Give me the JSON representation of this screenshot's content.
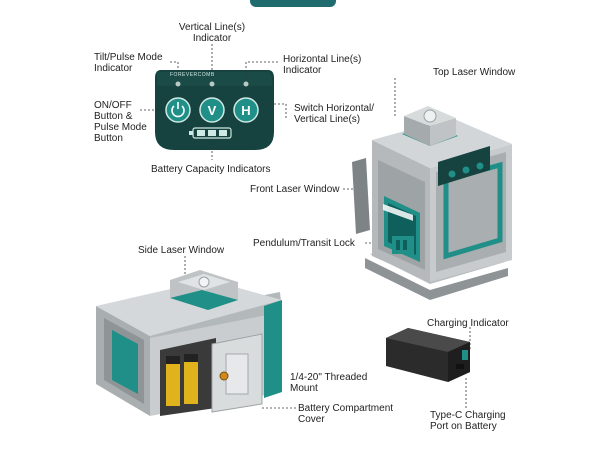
{
  "brand": "FOREVERCOMB",
  "panel": {
    "key_v": "V",
    "key_h": "H"
  },
  "labels": {
    "vertical_line": [
      "Vertical Line(s)",
      "Indicator"
    ],
    "tilt_pulse": [
      "Tilt/Pulse Mode",
      "Indicator"
    ],
    "horizontal_line": [
      "Horizontal Line(s)",
      "Indicator"
    ],
    "onoff": [
      "ON/OFF",
      "Button &",
      "Pulse Mode",
      "Button"
    ],
    "switch": [
      "Switch Horizontal/",
      "Vertical Line(s)"
    ],
    "battery_capacity": "Battery Capacity Indicators",
    "top_window": "Top Laser Window",
    "front_window": "Front Laser Window",
    "pendulum": "Pendulum/Transit Lock",
    "side_window": "Side Laser Window",
    "charging_indicator": "Charging Indicator",
    "threaded": [
      "1/4-20\" Threaded",
      "Mount"
    ],
    "battery_cover": [
      "Battery Compartment",
      "Cover"
    ],
    "typec": [
      "Type-C Charging",
      "Port on Battery"
    ]
  },
  "colors": {
    "teal": "#1f8f88",
    "dark_teal": "#0f5f5d",
    "panel": "#16423f",
    "gray": "#a8adaf",
    "dark_gray": "#6f7477"
  }
}
